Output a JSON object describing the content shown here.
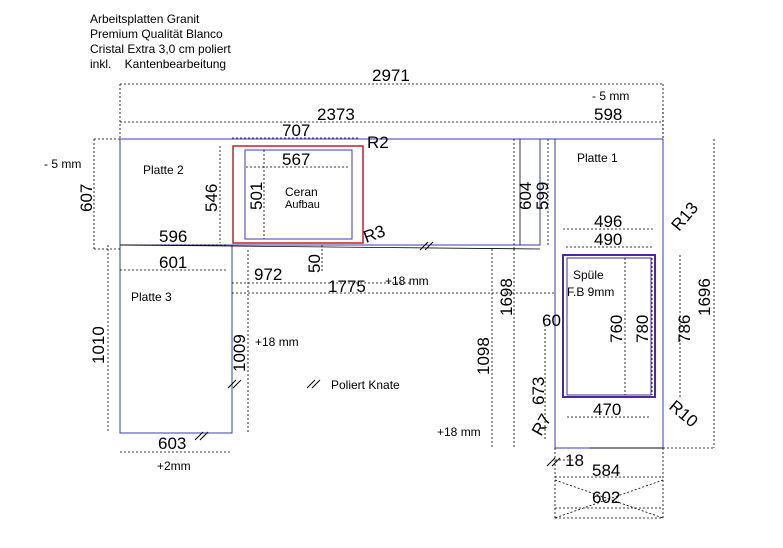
{
  "header": {
    "line1": "Arbeitsplatten Granit",
    "line2": "Premium Qualität Blanco",
    "line3": "Cristal Extra 3,0 cm poliert",
    "line4": "inkl.    Kantenbearbeitung"
  },
  "plates": {
    "plate1": "Platte 1",
    "plate2": "Platte 2",
    "plate3": "Platte 3"
  },
  "cutouts": {
    "ceran_line1": "Ceran",
    "ceran_line2": "Aufbau",
    "sink_line1": "Spüle",
    "sink_line2": "F.B 9mm"
  },
  "notes": {
    "minus5_top": "- 5 mm",
    "minus5_left": "- 5 mm",
    "plus18_mid": "+18 mm",
    "plus18_left": "+18 mm",
    "plus18_right": "+18 mm",
    "plus2": "+2mm",
    "poliert_knate": "Poliert Knate"
  },
  "dimensions": {
    "d2971": "2971",
    "d2373": "2373",
    "d598": "598",
    "d707": "707",
    "r2": "R2",
    "d567": "567",
    "d607": "607",
    "d546": "546",
    "d501": "501",
    "r3": "R3",
    "d604": "604",
    "d599": "599",
    "d596": "596",
    "d601": "601",
    "d972": "972",
    "d50": "50",
    "d1775": "1775",
    "d496": "496",
    "d490": "490",
    "r13": "R13",
    "d1698": "1698",
    "d1696": "1696",
    "d1010": "1010",
    "d1009": "1009",
    "d60": "60",
    "d760": "760",
    "d780": "780",
    "d786": "786",
    "d1098": "1098",
    "d673": "673",
    "d470": "470",
    "r10": "R10",
    "r7": "R7",
    "d603": "603",
    "d18": "18",
    "d584": "584",
    "d602": "602"
  },
  "colors": {
    "outline": "#3b3bb5",
    "hob_cutout": "#c0202a",
    "sink_cutout": "#4a2a9a",
    "dimension": "#000000"
  }
}
